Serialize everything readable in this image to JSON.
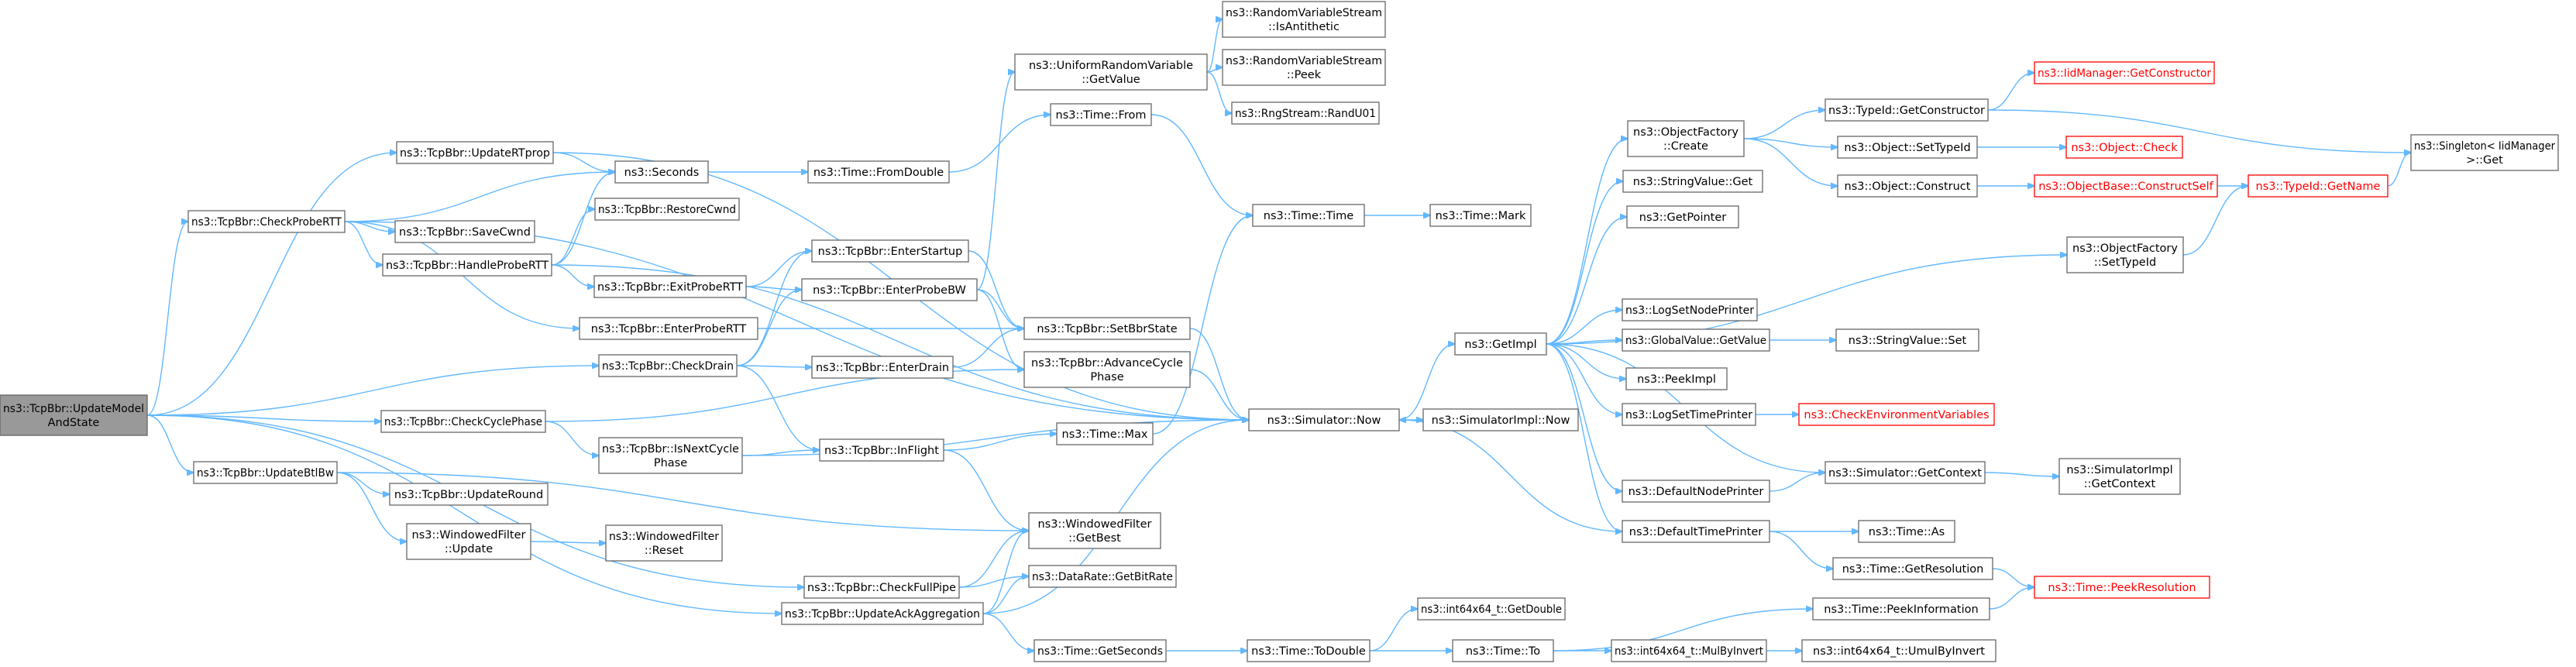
{
  "graph": {
    "edge_color": "#63b8ff",
    "node_border_color": "#666666",
    "root_fill_color": "#999999",
    "highlight_text_color": "#ff0000",
    "nodes": [
      {
        "id": "root",
        "lines": [
          "ns3::TcpBbr::UpdateModel",
          "AndState"
        ],
        "style": "root"
      },
      {
        "id": "updateRTprop",
        "lines": [
          "ns3::TcpBbr::UpdateRTprop"
        ]
      },
      {
        "id": "checkProbeRTT",
        "lines": [
          "ns3::TcpBbr::CheckProbeRTT"
        ]
      },
      {
        "id": "checkDrain",
        "lines": [
          "ns3::TcpBbr::CheckDrain"
        ]
      },
      {
        "id": "checkCyclePhase",
        "lines": [
          "ns3::TcpBbr::CheckCyclePhase"
        ]
      },
      {
        "id": "updateBtlBw",
        "lines": [
          "ns3::TcpBbr::UpdateBtlBw"
        ]
      },
      {
        "id": "checkFullPipe",
        "lines": [
          "ns3::TcpBbr::CheckFullPipe"
        ]
      },
      {
        "id": "updateAckAgg",
        "lines": [
          "ns3::TcpBbr::UpdateAckAggregation"
        ]
      },
      {
        "id": "seconds",
        "lines": [
          "ns3::Seconds"
        ]
      },
      {
        "id": "saveCwnd",
        "lines": [
          "ns3::TcpBbr::SaveCwnd"
        ]
      },
      {
        "id": "handleProbeRTT",
        "lines": [
          "ns3::TcpBbr::HandleProbeRTT"
        ]
      },
      {
        "id": "restoreCwnd",
        "lines": [
          "ns3::TcpBbr::RestoreCwnd"
        ]
      },
      {
        "id": "exitProbeRTT",
        "lines": [
          "ns3::TcpBbr::ExitProbeRTT"
        ]
      },
      {
        "id": "enterProbeRTT",
        "lines": [
          "ns3::TcpBbr::EnterProbeRTT"
        ]
      },
      {
        "id": "isNextCycle",
        "lines": [
          "ns3::TcpBbr::IsNextCycle",
          "Phase"
        ]
      },
      {
        "id": "updateRound",
        "lines": [
          "ns3::TcpBbr::UpdateRound"
        ]
      },
      {
        "id": "wfUpdate",
        "lines": [
          "ns3::WindowedFilter",
          "::Update"
        ]
      },
      {
        "id": "wfReset",
        "lines": [
          "ns3::WindowedFilter",
          "::Reset"
        ]
      },
      {
        "id": "timeFromDouble",
        "lines": [
          "ns3::Time::FromDouble"
        ]
      },
      {
        "id": "enterStartup",
        "lines": [
          "ns3::TcpBbr::EnterStartup"
        ]
      },
      {
        "id": "enterProbeBW",
        "lines": [
          "ns3::TcpBbr::EnterProbeBW"
        ]
      },
      {
        "id": "enterDrain",
        "lines": [
          "ns3::TcpBbr::EnterDrain"
        ]
      },
      {
        "id": "inFlight",
        "lines": [
          "ns3::TcpBbr::InFlight"
        ]
      },
      {
        "id": "wfGetBest",
        "lines": [
          "ns3::WindowedFilter",
          "::GetBest"
        ]
      },
      {
        "id": "getBitRate",
        "lines": [
          "ns3::DataRate::GetBitRate"
        ]
      },
      {
        "id": "timeGetSeconds",
        "lines": [
          "ns3::Time::GetSeconds"
        ]
      },
      {
        "id": "urvGetValue",
        "lines": [
          "ns3::UniformRandomVariable",
          "::GetValue"
        ]
      },
      {
        "id": "timeFrom",
        "lines": [
          "ns3::Time::From"
        ]
      },
      {
        "id": "setBbrState",
        "lines": [
          "ns3::TcpBbr::SetBbrState"
        ]
      },
      {
        "id": "advanceCycle",
        "lines": [
          "ns3::TcpBbr::AdvanceCycle",
          "Phase"
        ]
      },
      {
        "id": "timeMax",
        "lines": [
          "ns3::Time::Max"
        ]
      },
      {
        "id": "isAntithetic",
        "lines": [
          "ns3::RandomVariableStream",
          "::IsAntithetic"
        ]
      },
      {
        "id": "rvsPeek",
        "lines": [
          "ns3::RandomVariableStream",
          "::Peek"
        ]
      },
      {
        "id": "randU01",
        "lines": [
          "ns3::RngStream::RandU01"
        ]
      },
      {
        "id": "timeTime",
        "lines": [
          "ns3::Time::Time"
        ]
      },
      {
        "id": "simNow",
        "lines": [
          "ns3::Simulator::Now"
        ]
      },
      {
        "id": "timeToDouble",
        "lines": [
          "ns3::Time::ToDouble"
        ]
      },
      {
        "id": "timeMark",
        "lines": [
          "ns3::Time::Mark"
        ]
      },
      {
        "id": "simImplNow",
        "lines": [
          "ns3::SimulatorImpl::Now"
        ]
      },
      {
        "id": "getImpl",
        "lines": [
          "ns3::GetImpl"
        ]
      },
      {
        "id": "int64GetDouble",
        "lines": [
          "ns3::int64x64_t::GetDouble"
        ]
      },
      {
        "id": "timeTo",
        "lines": [
          "ns3::Time::To"
        ]
      },
      {
        "id": "objFactoryCreate",
        "lines": [
          "ns3::ObjectFactory",
          "::Create"
        ]
      },
      {
        "id": "stringValueGet",
        "lines": [
          "ns3::StringValue::Get"
        ]
      },
      {
        "id": "getPointer",
        "lines": [
          "ns3::GetPointer"
        ]
      },
      {
        "id": "logSetNodePrinter",
        "lines": [
          "ns3::LogSetNodePrinter"
        ]
      },
      {
        "id": "globalValueGetValue",
        "lines": [
          "ns3::GlobalValue::GetValue"
        ]
      },
      {
        "id": "peekImpl",
        "lines": [
          "ns3::PeekImpl"
        ]
      },
      {
        "id": "logSetTimePrinter",
        "lines": [
          "ns3::LogSetTimePrinter"
        ]
      },
      {
        "id": "defaultNodePrinter",
        "lines": [
          "ns3::DefaultNodePrinter"
        ]
      },
      {
        "id": "defaultTimePrinter",
        "lines": [
          "ns3::DefaultTimePrinter"
        ]
      },
      {
        "id": "mulByInvert",
        "lines": [
          "ns3::int64x64_t::MulByInvert"
        ]
      },
      {
        "id": "typeIdGetConstructor",
        "lines": [
          "ns3::TypeId::GetConstructor"
        ]
      },
      {
        "id": "objectSetTypeId",
        "lines": [
          "ns3::Object::SetTypeId"
        ]
      },
      {
        "id": "objectConstruct",
        "lines": [
          "ns3::Object::Construct"
        ]
      },
      {
        "id": "objFactorySetTypeId",
        "lines": [
          "ns3::ObjectFactory",
          "::SetTypeId"
        ]
      },
      {
        "id": "stringValueSet",
        "lines": [
          "ns3::StringValue::Set"
        ]
      },
      {
        "id": "checkEnvVars",
        "lines": [
          "ns3::CheckEnvironmentVariables"
        ],
        "style": "red"
      },
      {
        "id": "simGetContext",
        "lines": [
          "ns3::Simulator::GetContext"
        ]
      },
      {
        "id": "timeAs",
        "lines": [
          "ns3::Time::As"
        ]
      },
      {
        "id": "timeGetResolution",
        "lines": [
          "ns3::Time::GetResolution"
        ]
      },
      {
        "id": "timePeekInfo",
        "lines": [
          "ns3::Time::PeekInformation"
        ]
      },
      {
        "id": "umulByInvert",
        "lines": [
          "ns3::int64x64_t::UmulByInvert"
        ]
      },
      {
        "id": "iidGetConstructor",
        "lines": [
          "ns3::IidManager::GetConstructor"
        ],
        "style": "red"
      },
      {
        "id": "objectCheck",
        "lines": [
          "ns3::Object::Check"
        ],
        "style": "red"
      },
      {
        "id": "constructSelf",
        "lines": [
          "ns3::ObjectBase::ConstructSelf"
        ],
        "style": "red"
      },
      {
        "id": "simImplGetContext",
        "lines": [
          "ns3::SimulatorImpl",
          "::GetContext"
        ]
      },
      {
        "id": "timePeekResolution",
        "lines": [
          "ns3::Time::PeekResolution"
        ],
        "style": "red"
      },
      {
        "id": "singletonGet",
        "lines": [
          "ns3::Singleton< IidManager",
          " >::Get"
        ]
      },
      {
        "id": "typeIdGetName",
        "lines": [
          "ns3::TypeId::GetName"
        ],
        "style": "red"
      }
    ]
  }
}
